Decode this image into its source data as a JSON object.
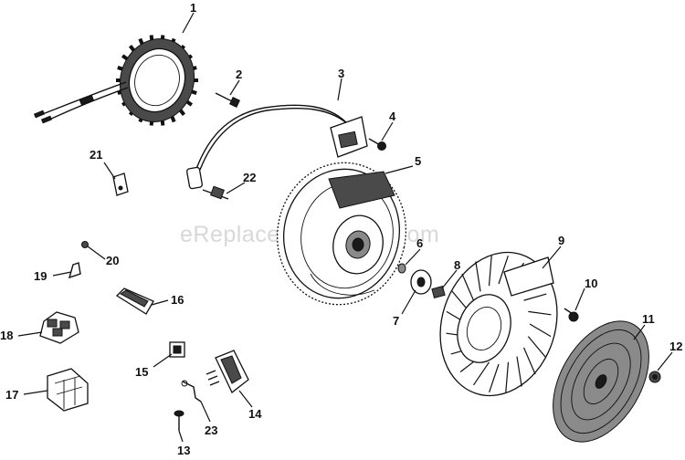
{
  "watermark": "eReplacementParts.com",
  "parts": [
    {
      "id": "1",
      "name": "stator"
    },
    {
      "id": "2",
      "name": "screw"
    },
    {
      "id": "3",
      "name": "ignition-module"
    },
    {
      "id": "4",
      "name": "screw"
    },
    {
      "id": "5",
      "name": "flywheel"
    },
    {
      "id": "6",
      "name": "washer"
    },
    {
      "id": "7",
      "name": "flat-washer"
    },
    {
      "id": "8",
      "name": "nut"
    },
    {
      "id": "9",
      "name": "fan"
    },
    {
      "id": "10",
      "name": "screw"
    },
    {
      "id": "11",
      "name": "grass-screen"
    },
    {
      "id": "12",
      "name": "nut"
    },
    {
      "id": "13",
      "name": "screw"
    },
    {
      "id": "14",
      "name": "rectifier-regulator"
    },
    {
      "id": "15",
      "name": "terminal"
    },
    {
      "id": "16",
      "name": "connector-cover"
    },
    {
      "id": "17",
      "name": "connector"
    },
    {
      "id": "18",
      "name": "connector"
    },
    {
      "id": "19",
      "name": "bracket"
    },
    {
      "id": "20",
      "name": "nut"
    },
    {
      "id": "21",
      "name": "clip"
    },
    {
      "id": "22",
      "name": "spark-plug"
    },
    {
      "id": "23",
      "name": "ground-strap"
    }
  ]
}
